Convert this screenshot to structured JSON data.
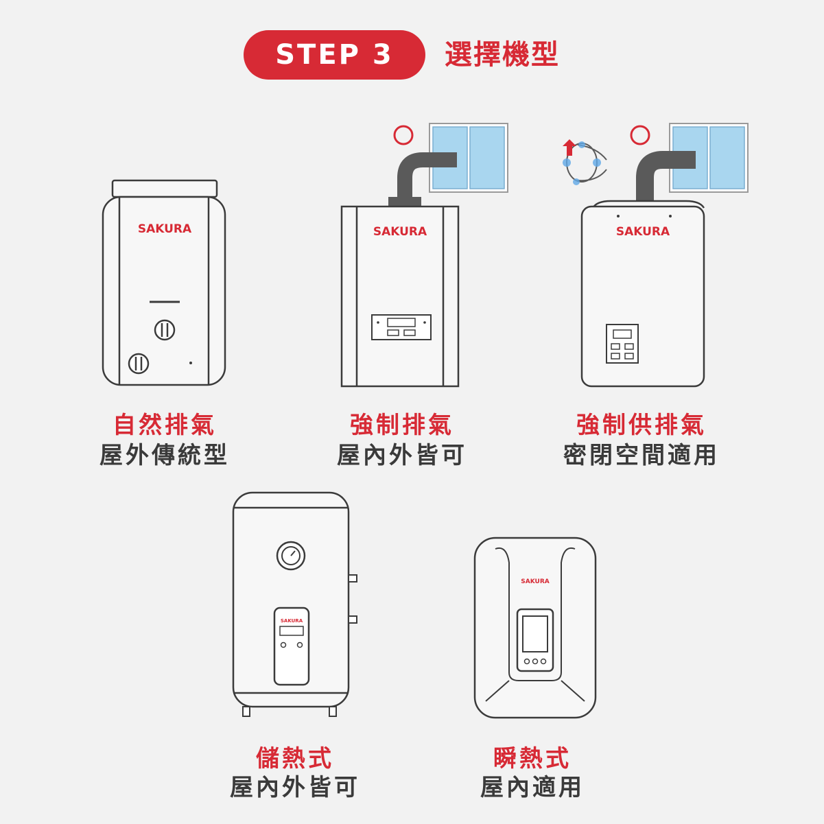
{
  "header": {
    "step_label": "STEP 3",
    "title": "選擇機型"
  },
  "brand": "SAKURA",
  "colors": {
    "accent": "#d72a35",
    "subtitle": "#3a3a3a",
    "line": "#3b3b3b",
    "window": "#a9d6ef"
  },
  "models": [
    {
      "title": "自然排氣",
      "subtitle": "屋外傳統型",
      "icon": "natural-exhaust-heater-icon"
    },
    {
      "title": "強制排氣",
      "subtitle": "屋內外皆可",
      "icon": "forced-exhaust-heater-icon"
    },
    {
      "title": "強制供排氣",
      "subtitle": "密閉空間適用",
      "icon": "forced-supply-exhaust-heater-icon"
    },
    {
      "title": "儲熱式",
      "subtitle": "屋內外皆可",
      "icon": "storage-heater-icon"
    },
    {
      "title": "瞬熱式",
      "subtitle": "屋內適用",
      "icon": "instant-heater-icon"
    }
  ]
}
